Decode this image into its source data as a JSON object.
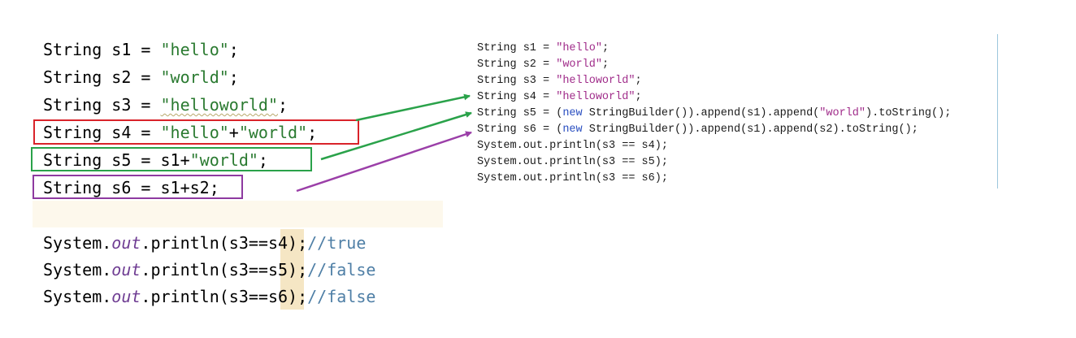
{
  "left_code": {
    "s1": {
      "prefix": "String s1 = ",
      "str": "\"hello\"",
      "suffix": ";"
    },
    "s2": {
      "prefix": "String s2 = ",
      "str": "\"world\"",
      "suffix": ";"
    },
    "s3": {
      "prefix": "String s3 = ",
      "str": "\"helloworld\"",
      "suffix": ";"
    },
    "s4": {
      "prefix": "String s4 = ",
      "str1": "\"hello\"",
      "plus": "+",
      "str2": "\"world\"",
      "suffix": ";"
    },
    "s5": {
      "prefix": "String s5 = s1+",
      "str": "\"world\"",
      "suffix": ";"
    },
    "s6": {
      "text": "String s6 = s1+s2",
      "suffix": ";"
    },
    "prints": [
      {
        "start": "System.",
        "out": "out",
        "mid": ".println(s3",
        "op": "==",
        "arg": "s4);",
        "comment": "//true"
      },
      {
        "start": "System.",
        "out": "out",
        "mid": ".println(s3",
        "op": "==",
        "arg": "s5);",
        "comment": "//false"
      },
      {
        "start": "System.",
        "out": "out",
        "mid": ".println(s3",
        "op": "==",
        "arg": "s6);",
        "comment": "//false"
      }
    ]
  },
  "right_code": {
    "l1": {
      "a": "String s1 = ",
      "s": "\"hello\"",
      "b": ";"
    },
    "l2": {
      "a": "String s2 = ",
      "s": "\"world\"",
      "b": ";"
    },
    "l3": {
      "a": "String s3 = ",
      "s": "\"helloworld\"",
      "b": ";"
    },
    "l4": {
      "a": "String s4 = ",
      "s": "\"helloworld\"",
      "b": ";"
    },
    "l5": {
      "a": "String s5 = (",
      "new": "new",
      "b": " StringBuilder()).append(s1).append(",
      "s": "\"world\"",
      "c": ").toString();"
    },
    "l6": {
      "a": "String s6 = (",
      "new": "new",
      "b": " StringBuilder()).append(s1).append(s2).toString();"
    },
    "l7": "System.out.println(s3 == s4);",
    "l8": "System.out.println(s3 == s5);",
    "l9": "System.out.println(s3 == s6);"
  },
  "colors": {
    "red_box": "#d9232a",
    "green_box": "#2aa24a",
    "purple_box": "#8e3aa0",
    "green_arrow": "#2aa24a",
    "purple_arrow": "#9b3fa8"
  }
}
